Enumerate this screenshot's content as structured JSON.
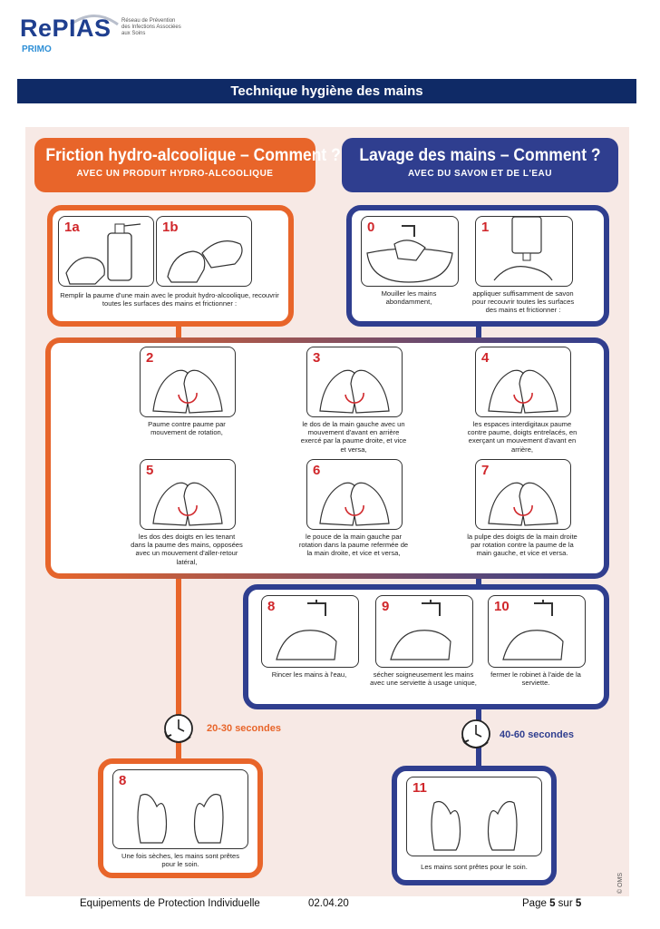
{
  "logo": {
    "word": "RePIAS",
    "sub": "PRIMO",
    "tagline": "Réseau de Prévention des Infections Associées aux Soins"
  },
  "title": "Technique hygiène des mains",
  "left": {
    "title": "Friction hydro-alcoolique – Comment ?",
    "subtitle": "AVEC UN PRODUIT HYDRO-ALCOOLIQUE",
    "step1a": "1a",
    "step1b": "1b",
    "step1_caption": "Remplir la paume d'une main avec le produit hydro-alcoolique, recouvrir toutes les surfaces des mains et frictionner :",
    "timer": "20-30 secondes",
    "final_num": "8",
    "final_caption": "Une fois sèches, les mains sont prêtes pour le soin."
  },
  "right": {
    "title": "Lavage des mains – Comment ?",
    "subtitle": "AVEC DU SAVON ET DE L'EAU",
    "step0_num": "0",
    "step0_caption": "Mouiller les mains abondamment,",
    "step1_num": "1",
    "step1_caption": "appliquer suffisamment de savon pour recouvrir toutes les surfaces des mains et frictionner :",
    "timer": "40-60 secondes",
    "final_num": "11",
    "final_caption": "Les mains sont prêtes pour le soin."
  },
  "middle_steps": [
    {
      "num": "2",
      "caption": "Paume contre paume par mouvement de rotation,"
    },
    {
      "num": "3",
      "caption": "le dos de la main gauche avec un mouvement d'avant en arrière exercé par la paume droite, et vice et versa,"
    },
    {
      "num": "4",
      "caption": "les espaces interdigitaux paume contre paume, doigts entrelacés, en exerçant un mouvement d'avant en arrière,"
    },
    {
      "num": "5",
      "caption": "les dos des doigts en les tenant dans la paume des mains, opposées avec un mouvement d'aller-retour latéral,"
    },
    {
      "num": "6",
      "caption": "le pouce de la main gauche par rotation dans la paume refermée de la main droite, et vice et versa,"
    },
    {
      "num": "7",
      "caption": "la pulpe des doigts de la main droite par rotation contre la paume de la main gauche, et vice et versa."
    }
  ],
  "wash_steps": [
    {
      "num": "8",
      "caption": "Rincer les mains à l'eau,"
    },
    {
      "num": "9",
      "caption": "sécher soigneusement les mains avec une serviette à usage unique,"
    },
    {
      "num": "10",
      "caption": "fermer le robinet à l'aide de la serviette."
    }
  ],
  "credit": "© OMS",
  "footer": {
    "doc": "Equipements de Protection Individuelle",
    "date": "02.04.20",
    "page_prefix": "Page",
    "page": "5",
    "page_mid": "sur",
    "total": "5"
  },
  "colors": {
    "orange": "#e8652a",
    "blue": "#2f3e8f",
    "navy": "#0f2a66",
    "red": "#d0262a"
  }
}
